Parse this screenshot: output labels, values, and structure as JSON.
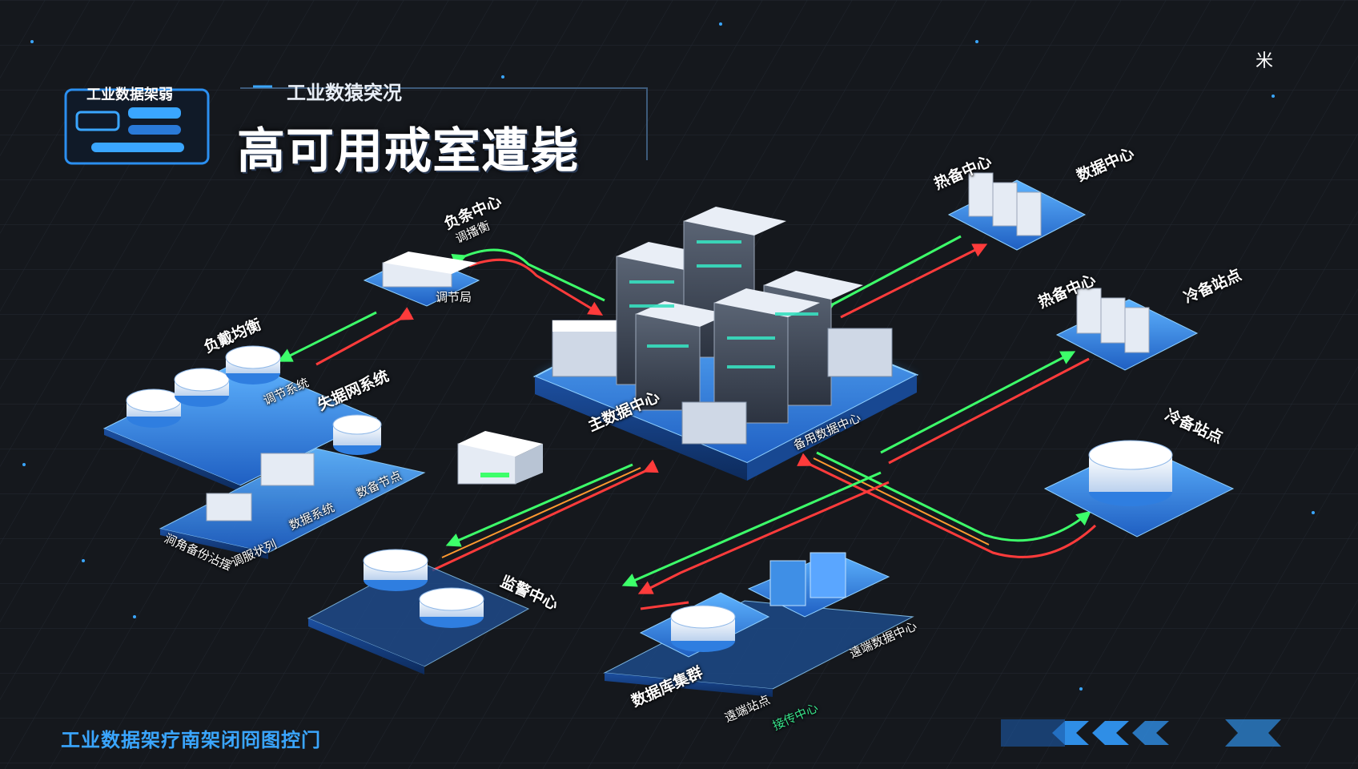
{
  "header": {
    "logo_label": "工业数据架弱",
    "subtitle": "工业数猿突况",
    "title": "高可用戒室遭毙",
    "corner_mark": "米"
  },
  "footer": {
    "caption": "工业数据架疗南架闭冏图控门"
  },
  "labels": {
    "main_dc": "主数据中心",
    "main_dc_sub": "备用数据中心",
    "load_center_1": "负条中心",
    "load_center_2": "调播衡",
    "switch_tag": "调节局",
    "load_balance": "负戴均衡",
    "route_tag": "调节系统",
    "data_net_sys": "失据网系统",
    "db_system": "数据系统",
    "sync_nodes": "数备节点",
    "backup_label": "涧角备份沾摆",
    "monitor_link": "调服状列",
    "monitor_center": "监警中心",
    "hot_standby_1": "热备中心",
    "data_center_right": "数据中心",
    "hot_standby_2": "热备中心",
    "cold_site_1": "冷备站点",
    "cold_site_2": "冷备站点",
    "db_cluster": "数据库集群",
    "remote_site": "遠端站点",
    "remote_dc": "遠端数据中心",
    "sync_center": "接传中心"
  },
  "colors": {
    "background": "#15181d",
    "accent_blue": "#3aa6ff",
    "platform_blue": "#2f7ee0",
    "link_green": "#3dff6a",
    "link_red": "#ff3b3b",
    "link_orange": "#ff9a30"
  }
}
